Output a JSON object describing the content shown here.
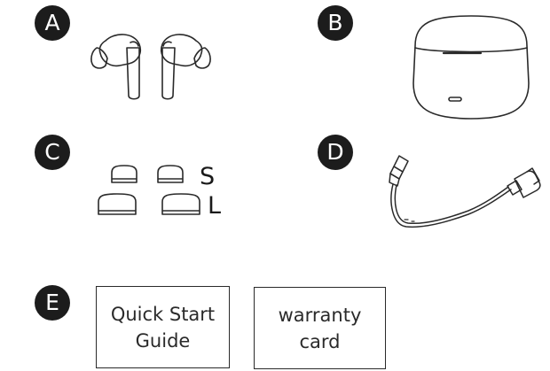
{
  "items": [
    {
      "letter": "A",
      "icon": "earbuds-icon"
    },
    {
      "letter": "B",
      "icon": "charging-case-icon"
    },
    {
      "letter": "C",
      "icon": "ear-tips-icon",
      "sizes": [
        {
          "label": "S"
        },
        {
          "label": "L"
        }
      ]
    },
    {
      "letter": "D",
      "icon": "usb-c-cable-icon"
    },
    {
      "letter": "E",
      "cards": [
        {
          "lines": [
            "Quick Start",
            "Guide"
          ]
        },
        {
          "lines": [
            "warranty",
            "card"
          ]
        }
      ]
    }
  ],
  "colors": {
    "badge": "#1c1c1c",
    "line": "#2a2a2a"
  }
}
